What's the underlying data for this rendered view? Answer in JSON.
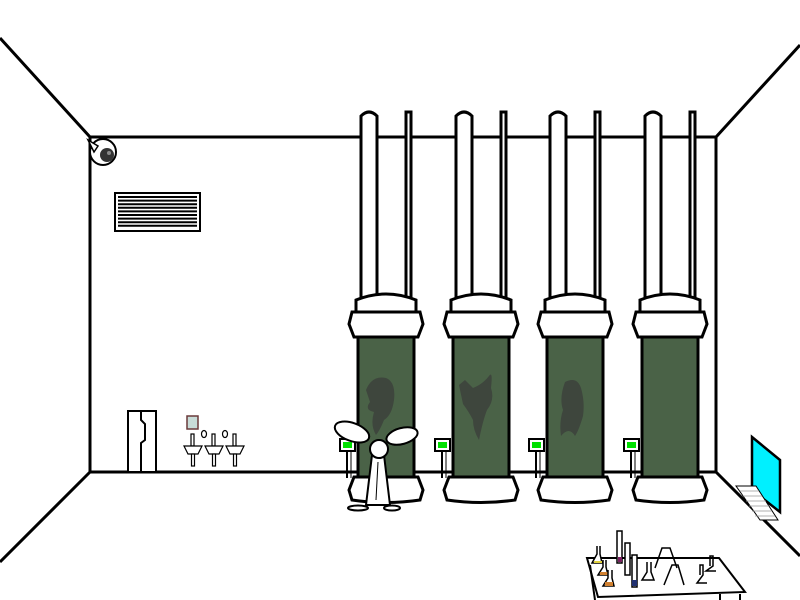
{
  "scene": {
    "name": "laboratory-room",
    "colors": {
      "line": "#000000",
      "wall": "#ffffff",
      "tank_liquid": "#4a6247",
      "specimen": "#3e463d",
      "indicator": "#00e000",
      "monitor_screen": "#00f0ff",
      "camera_lens": "#333333",
      "mirror": "#c8dcd8"
    },
    "tanks": [
      {
        "id": 1,
        "specimen": "creature-a"
      },
      {
        "id": 2,
        "specimen": "creature-b"
      },
      {
        "id": 3,
        "specimen": "creature-c"
      },
      {
        "id": 4,
        "specimen": "empty"
      }
    ],
    "objects": [
      "security-camera",
      "air-vent",
      "door",
      "sinks",
      "fan-character",
      "computer",
      "lab-table"
    ]
  }
}
